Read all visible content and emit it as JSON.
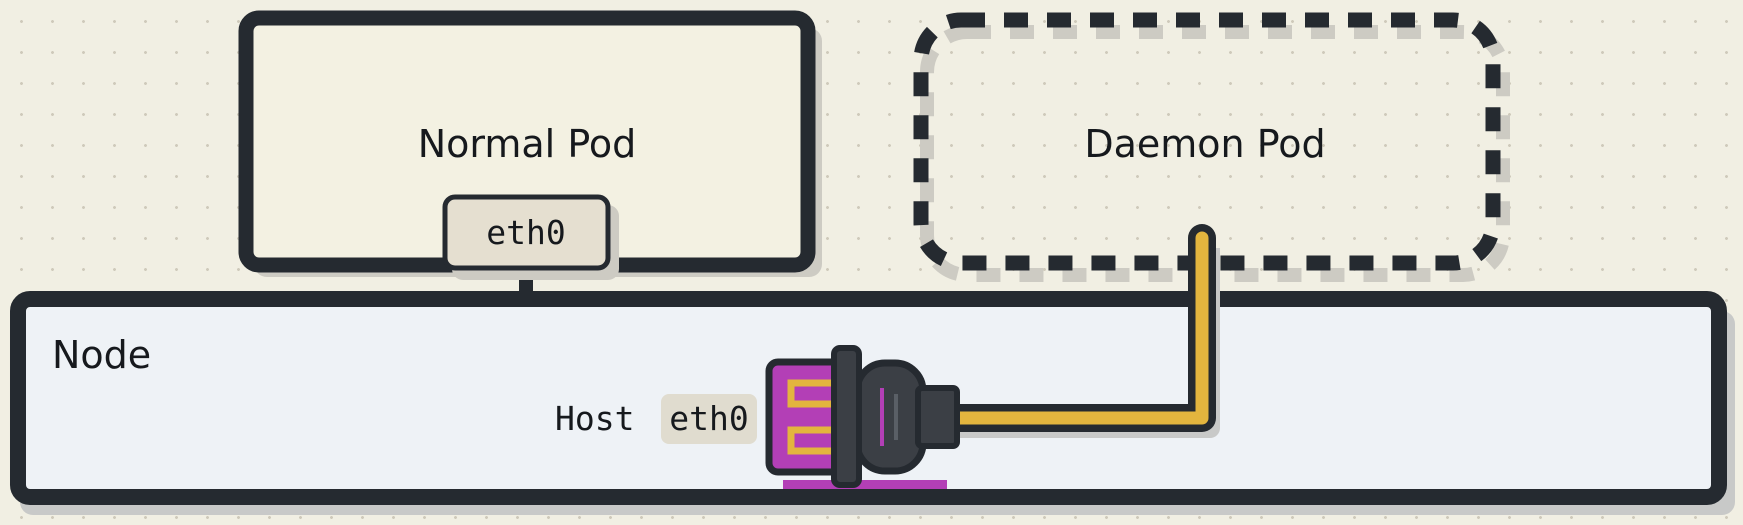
{
  "normal_pod": {
    "label": "Normal Pod",
    "interface": "eth0"
  },
  "daemon_pod": {
    "label": "Daemon Pod"
  },
  "node": {
    "label": "Node",
    "host_prefix": "Host",
    "host_interface": "eth0"
  },
  "colors": {
    "background": "#f1efe3",
    "outline": "#252a30",
    "pod_fill": "#f3f1e2",
    "node_fill": "#eef2f6",
    "interface_fill": "#e5dfd0",
    "cable": "#e3b53e",
    "plug_body": "#3b3f45",
    "plug_accent": "#b33fb6"
  }
}
